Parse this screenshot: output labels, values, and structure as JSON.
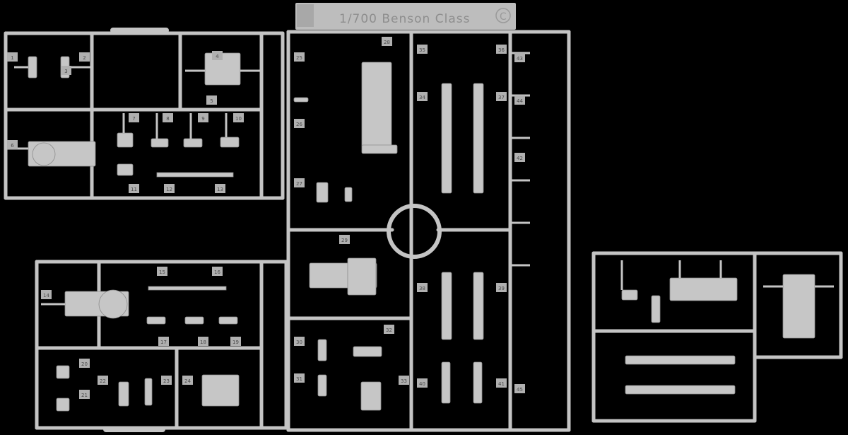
{
  "sprue": {
    "title": "1/700 Benson Class",
    "letter": "C",
    "part_numbers": [
      "1",
      "2",
      "3",
      "4",
      "5",
      "6",
      "7",
      "8",
      "9",
      "10",
      "11",
      "12",
      "13",
      "14",
      "15",
      "16",
      "17",
      "18",
      "19",
      "20",
      "21",
      "22",
      "23",
      "24",
      "25",
      "26",
      "27",
      "28",
      "29",
      "30",
      "31",
      "32",
      "33",
      "34",
      "35",
      "36",
      "37",
      "38",
      "39",
      "40",
      "41",
      "42",
      "43",
      "44",
      "45"
    ]
  },
  "colors": {
    "background": "#000000",
    "plastic": "#c8c8c8",
    "plastic_shadow": "#9a9a9a",
    "tag": "#b4b4b4"
  }
}
